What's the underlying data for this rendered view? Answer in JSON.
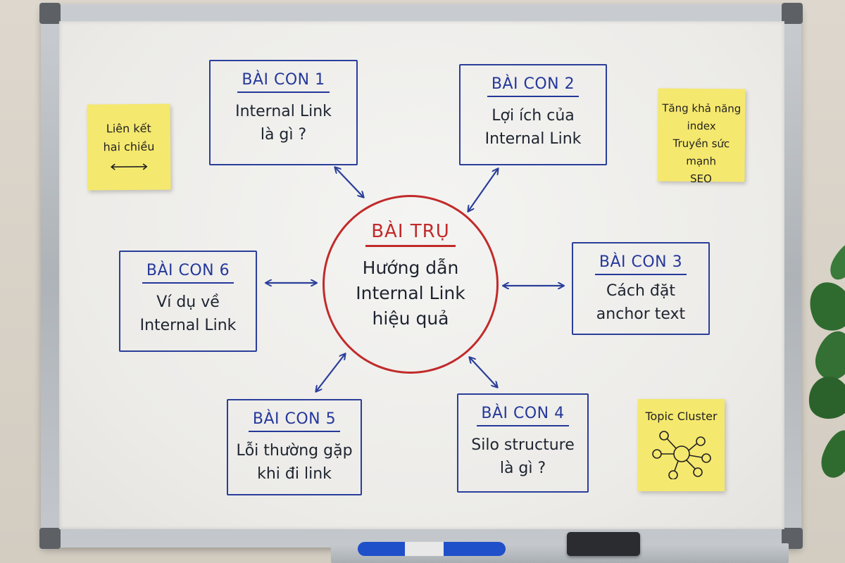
{
  "center": {
    "title": "BÀI TRỤ",
    "lines": [
      "Hướng dẫn",
      "Internal Link",
      "hiệu quả"
    ]
  },
  "boxes": [
    {
      "title": "BÀI CON 1",
      "lines": [
        "Internal Link",
        "là gì ?"
      ]
    },
    {
      "title": "BÀI CON 2",
      "lines": [
        "Lợi ích của",
        "Internal Link"
      ]
    },
    {
      "title": "BÀI CON 3",
      "lines": [
        "Cách đặt",
        "anchor text"
      ]
    },
    {
      "title": "BÀI CON 4",
      "lines": [
        "Silo structure",
        "là gì ?"
      ]
    },
    {
      "title": "BÀI CON 5",
      "lines": [
        "Lỗi thường gặp",
        "khi đi link"
      ]
    },
    {
      "title": "BÀI CON 6",
      "lines": [
        "Ví dụ về",
        "Internal Link"
      ]
    }
  ],
  "notes": {
    "left": {
      "lines": [
        "Liên kết",
        "hai chiều"
      ]
    },
    "right_top": {
      "lines": [
        "Tăng khả năng",
        "index",
        "Truyền sức mạnh",
        "SEO"
      ]
    },
    "right_bottom": {
      "lines": [
        "Topic Cluster"
      ]
    }
  },
  "colors": {
    "ink_blue": "#2a3e9a",
    "ink_red": "#c12a2a",
    "sticky_yellow": "#f5e86e",
    "marker_blue": "#1f4fc9"
  }
}
